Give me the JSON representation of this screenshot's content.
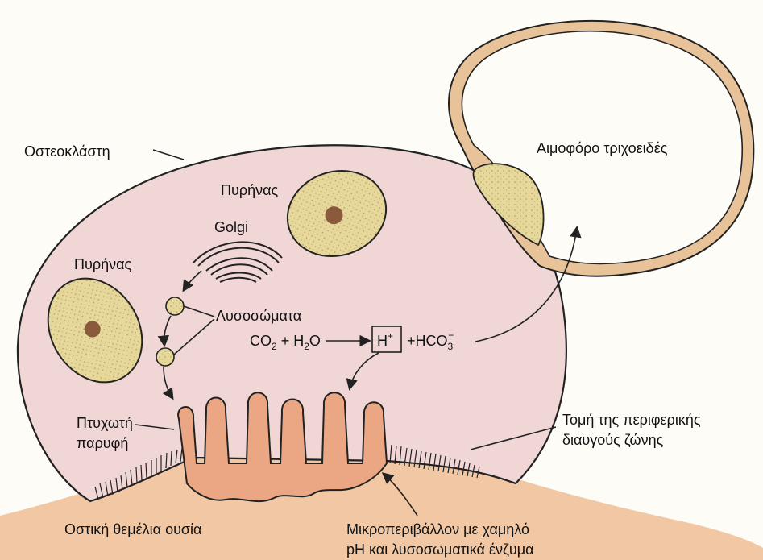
{
  "labels": {
    "osteoclast": "Οστεοκλάστη",
    "nucleus_top": "Πυρήνας",
    "nucleus_left": "Πυρήνας",
    "golgi": "Golgi",
    "lysosomes": "Λυσοσώματα",
    "capillary": "Αιμοφόρο τριχοειδές",
    "ruffled_border_1": "Πτυχωτή",
    "ruffled_border_2": "παρυφή",
    "clear_zone_1": "Τομή της περιφερικής",
    "clear_zone_2": "διαυγούς ζώνης",
    "bone_matrix": "Οστική θεμέλια ουσία",
    "microenv_1": "Μικροπεριβάλλον με χαμηλό",
    "microenv_2": "pH και λυσοσωματικά ένζυμα"
  },
  "reaction": {
    "co2": "CO",
    "co2_sub": "2",
    "plus1": " + ",
    "h2o_h": "H",
    "h2o_sub": "2",
    "h2o_o": "O",
    "arrow": "——→",
    "h_ion": "H",
    "h_ion_sup": "+",
    "plus2": "+",
    "hco3": "HCO",
    "hco3_sub": "3",
    "hco3_sup": "−"
  },
  "colors": {
    "cell": "#f1d6d6",
    "nucleus": "#e6d79a",
    "nucleolus": "#8a5a3c",
    "bone": "#f1c8a3",
    "ruffled": "#eba684",
    "capillary_wall": "#e8c39a"
  }
}
